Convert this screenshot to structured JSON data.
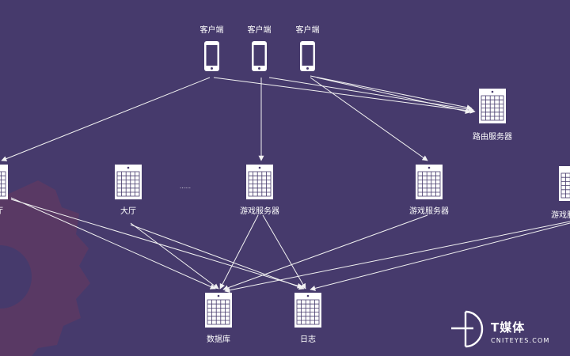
{
  "diagram": {
    "clients": [
      {
        "label": "客户端"
      },
      {
        "label": "客户端"
      },
      {
        "label": "客户端"
      }
    ],
    "router": {
      "label": "路由服务器"
    },
    "servers": [
      {
        "label": "大厅"
      },
      {
        "label": "大厅"
      },
      {
        "label": "游戏服务器"
      },
      {
        "label": "游戏服务器"
      },
      {
        "label": "游戏服务器"
      }
    ],
    "ellipsis": "……",
    "storage": [
      {
        "label": "数据库"
      },
      {
        "label": "日志"
      }
    ]
  },
  "watermark": {
    "brand": "T媒体",
    "site": "CNITEYES.COM"
  },
  "colors": {
    "background": "#463a6c",
    "foreground": "#ffffff",
    "decor": "#5b3a64"
  }
}
